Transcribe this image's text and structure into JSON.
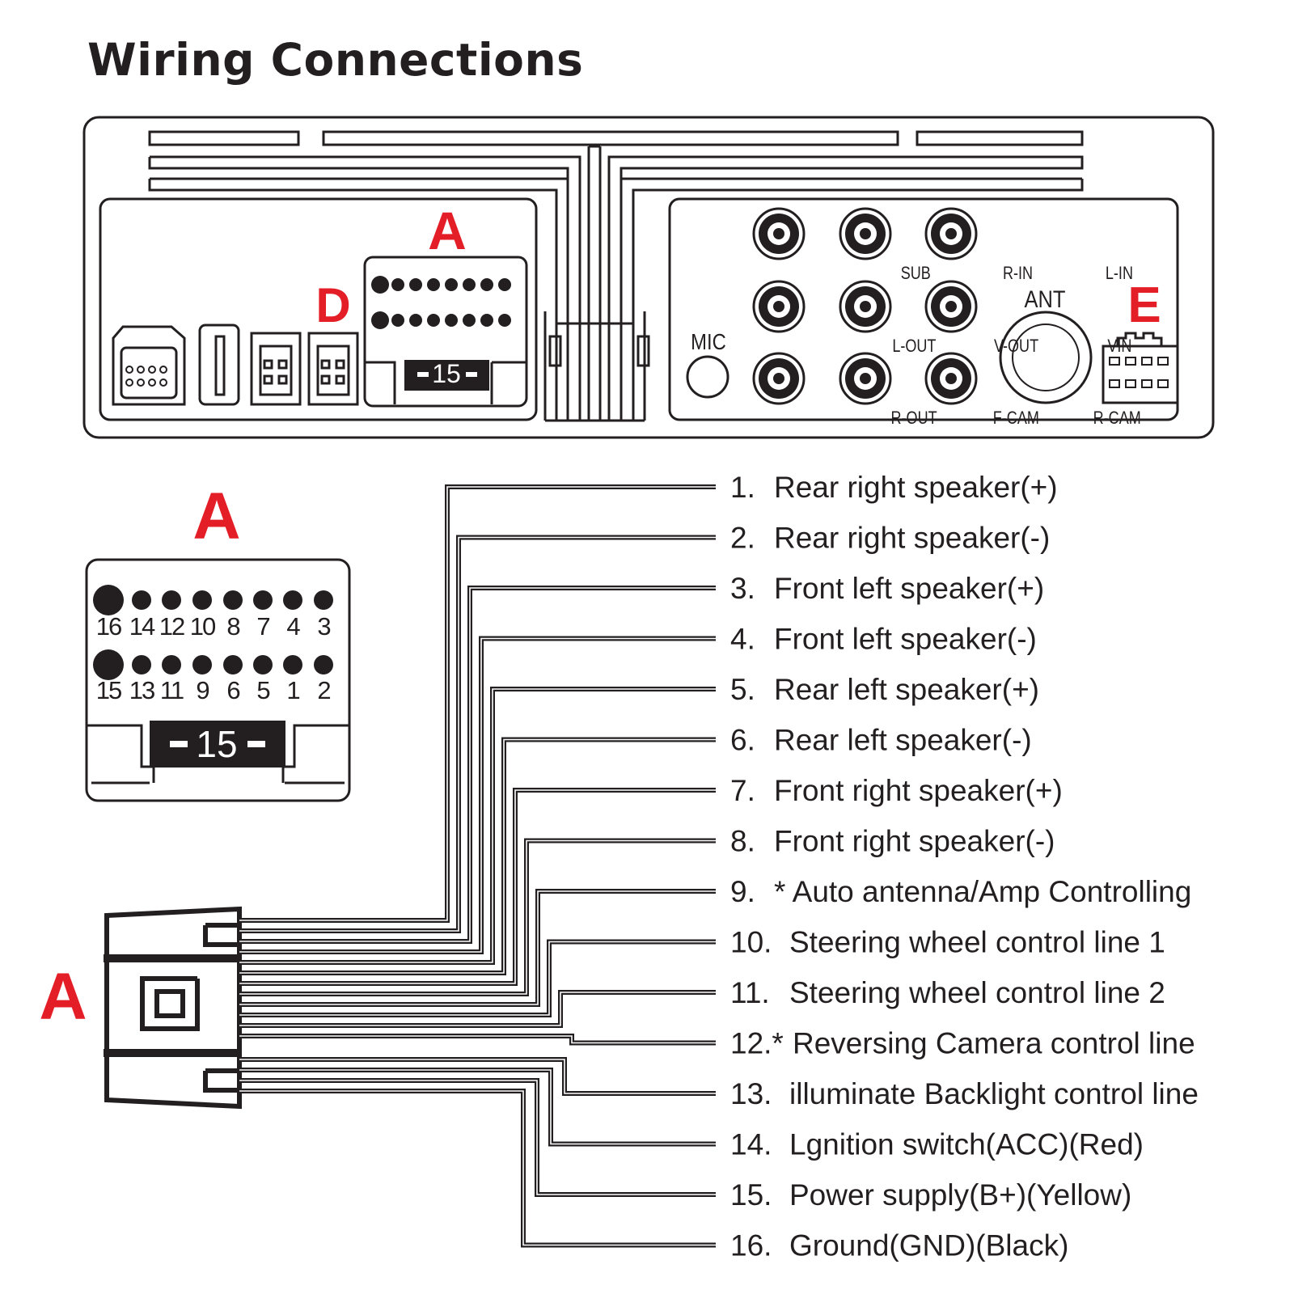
{
  "title": "Wiring Connections",
  "top_panel": {
    "label_a": "A",
    "label_d": "D",
    "label_e": "E",
    "connector_a_tag": "15",
    "mic_label": "MIC",
    "ant_label": "ANT",
    "jacks": [
      {
        "label": "SUB"
      },
      {
        "label": "R-IN"
      },
      {
        "label": "L-IN"
      },
      {
        "label": "L-OUT"
      },
      {
        "label": "V-OUT"
      },
      {
        "label": "VIN"
      },
      {
        "label": "R-OUT"
      },
      {
        "label": "F-CAM"
      },
      {
        "label": "R-CAM"
      }
    ]
  },
  "connector_a_detail": {
    "label": "A",
    "tag": "15",
    "top_row_pins": [
      "16",
      "14",
      "12",
      "10",
      "8",
      "7",
      "4",
      "3"
    ],
    "bottom_row_pins": [
      "15",
      "13",
      "11",
      "9",
      "6",
      "5",
      "1",
      "2"
    ]
  },
  "harness": {
    "label": "A",
    "wires": [
      {
        "num": "1.",
        "desc": "Rear right speaker(+)"
      },
      {
        "num": "2.",
        "desc": "Rear right speaker(-)"
      },
      {
        "num": "3.",
        "desc": "Front left speaker(+)"
      },
      {
        "num": "4.",
        "desc": "Front left speaker(-)"
      },
      {
        "num": "5.",
        "desc": "Rear left speaker(+)"
      },
      {
        "num": "6.",
        "desc": "Rear left speaker(-)"
      },
      {
        "num": "7.",
        "desc": "Front right speaker(+)"
      },
      {
        "num": "8.",
        "desc": "Front right speaker(-)"
      },
      {
        "num": "9.",
        "desc": "* Auto antenna/Amp Controlling"
      },
      {
        "num": "10.",
        "desc": "Steering wheel control line 1"
      },
      {
        "num": "11.",
        "desc": "Steering wheel control line 2"
      },
      {
        "num": "12.*",
        "desc": "Reversing Camera control line"
      },
      {
        "num": "13.",
        "desc": "illuminate Backlight control line"
      },
      {
        "num": "14.",
        "desc": "Lgnition switch(ACC)(Red)"
      },
      {
        "num": "15.",
        "desc": "Power supply(B+)(Yellow)"
      },
      {
        "num": "16.",
        "desc": "Ground(GND)(Black)"
      }
    ]
  },
  "colors": {
    "ink": "#231f20",
    "accent_red": "#e41e26"
  }
}
